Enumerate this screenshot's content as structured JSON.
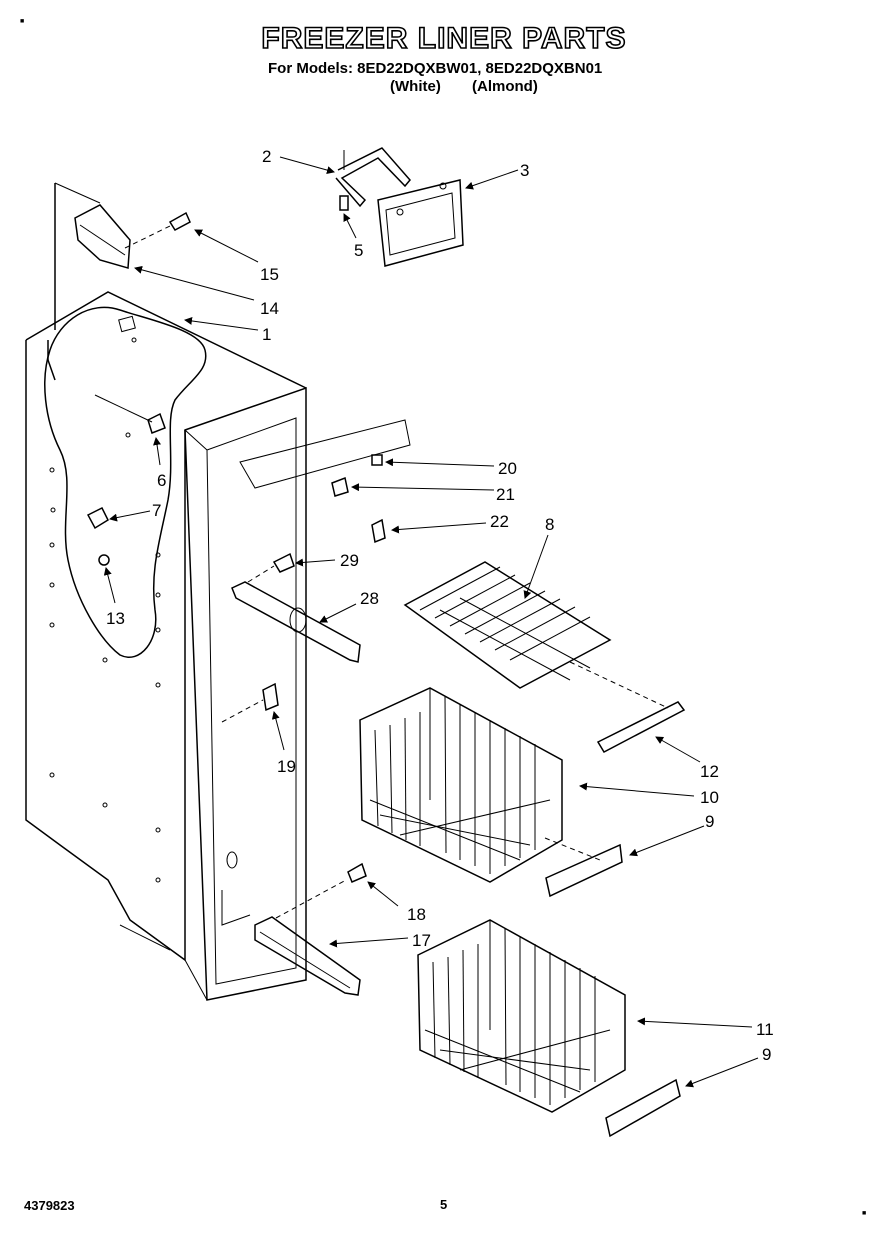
{
  "header": {
    "title": "FREEZER LINER PARTS",
    "models_line": "For Models: 8ED22DQXBW01, 8ED22DQXBN01",
    "variant_white": "(White)",
    "variant_almond": "(Almond)"
  },
  "callouts": {
    "c1": "1",
    "c2": "2",
    "c3": "3",
    "c5": "5",
    "c6": "6",
    "c7": "7",
    "c8": "8",
    "c9a": "9",
    "c9b": "9",
    "c10": "10",
    "c11": "11",
    "c12": "12",
    "c13": "13",
    "c14": "14",
    "c15": "15",
    "c17": "17",
    "c18": "18",
    "c19": "19",
    "c20": "20",
    "c21": "21",
    "c22": "22",
    "c28": "28",
    "c29": "29"
  },
  "footer": {
    "part_number": "4379823",
    "page": "5"
  }
}
